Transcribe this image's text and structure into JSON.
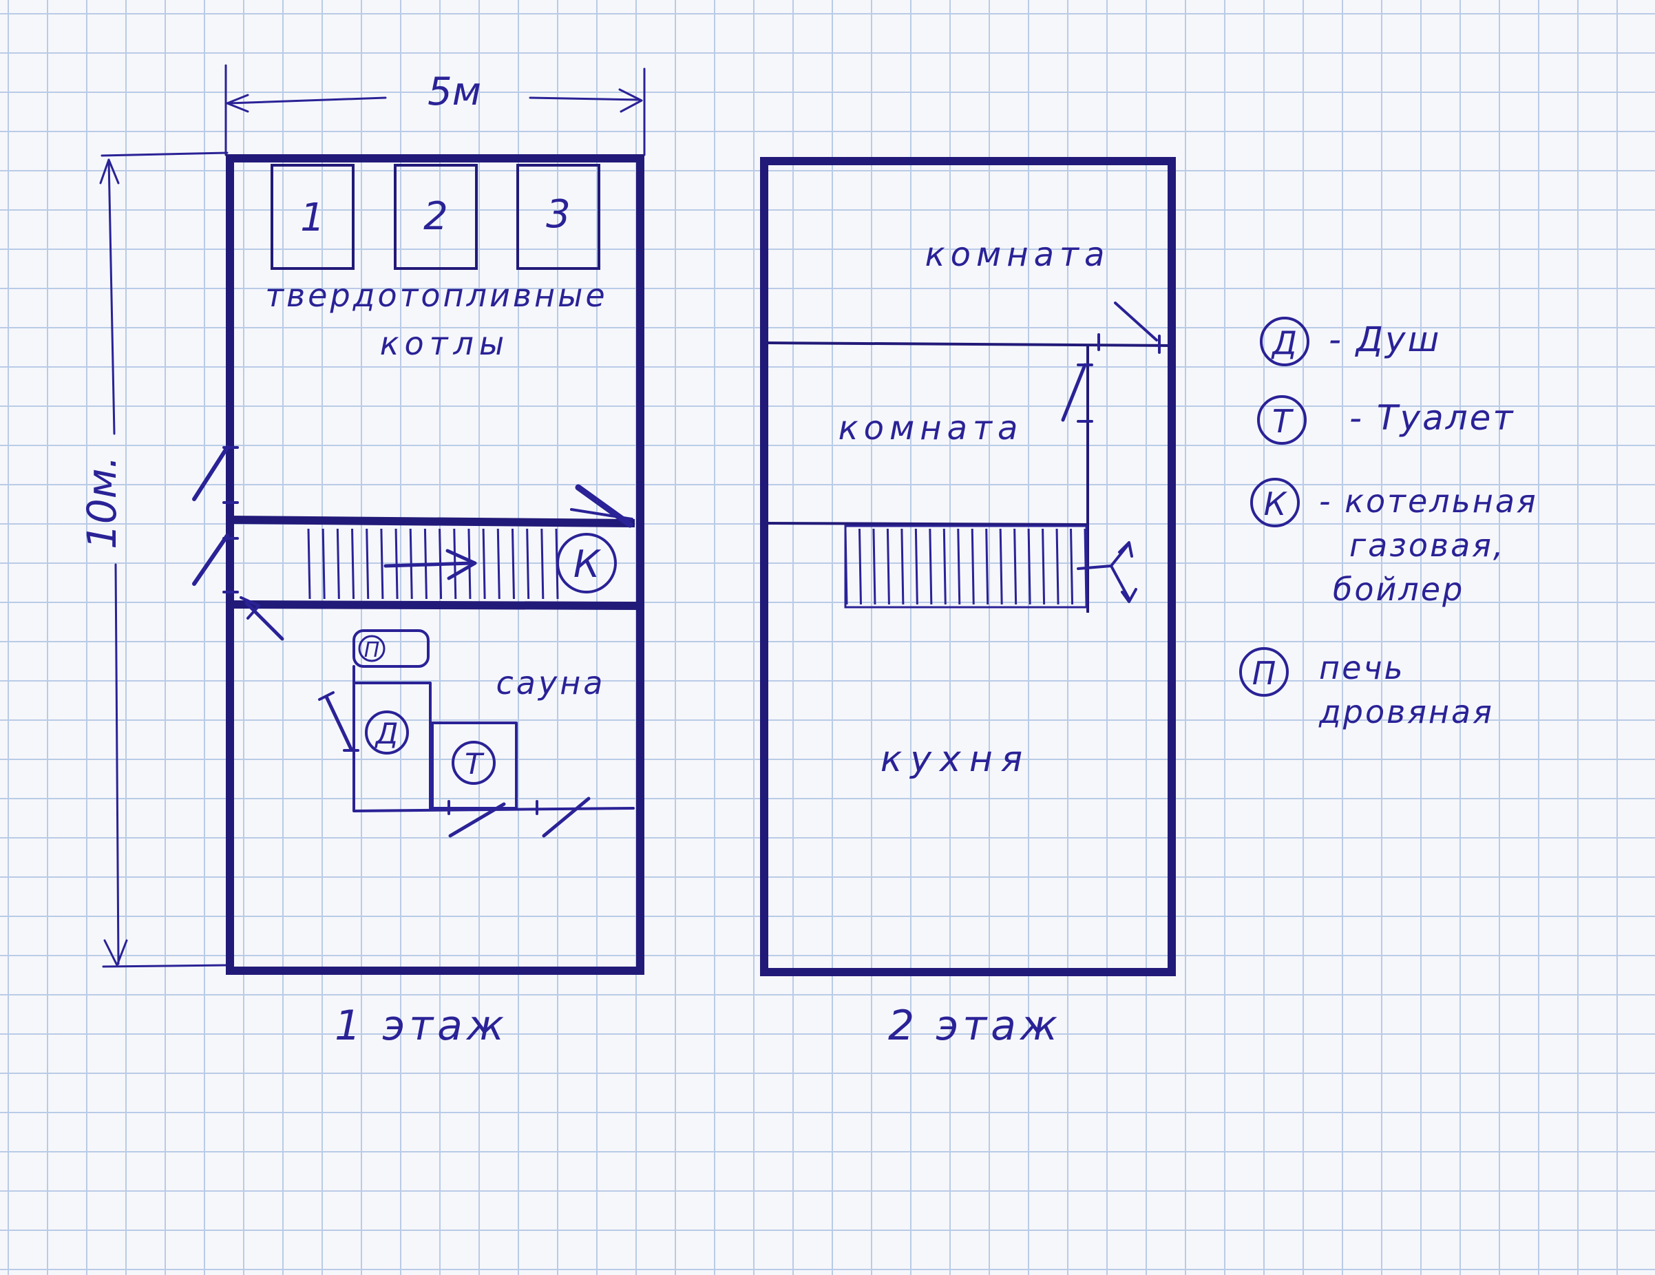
{
  "colors": {
    "ink": "#2a2296",
    "wall": "#221a78",
    "grid": "#b9cbe6",
    "paper": "#f6f7fb"
  },
  "dimensions": {
    "width_label": "5м",
    "height_label": "10м."
  },
  "floor1": {
    "caption": "1 этаж",
    "boilers": [
      "1",
      "2",
      "3"
    ],
    "boiler_label_line1": "твердотопливные",
    "boiler_label_line2": "котлы",
    "boiler_room_marker": "К",
    "sauna_label": "сауна",
    "stove_marker": "П",
    "shower_marker": "Д",
    "toilet_marker": "Т"
  },
  "floor2": {
    "caption": "2 этаж",
    "room_top_label": "комната",
    "room_middle_label": "комната",
    "kitchen_label": "кухня"
  },
  "legend": [
    {
      "marker": "Д",
      "text_lines": [
        "- Душ"
      ]
    },
    {
      "marker": "Т",
      "text_lines": [
        "- Туалет"
      ]
    },
    {
      "marker": "К",
      "text_lines": [
        "- котельная",
        "газовая,",
        "бойлер"
      ]
    },
    {
      "marker": "П",
      "text_lines": [
        "печь",
        "дровяная"
      ]
    }
  ]
}
